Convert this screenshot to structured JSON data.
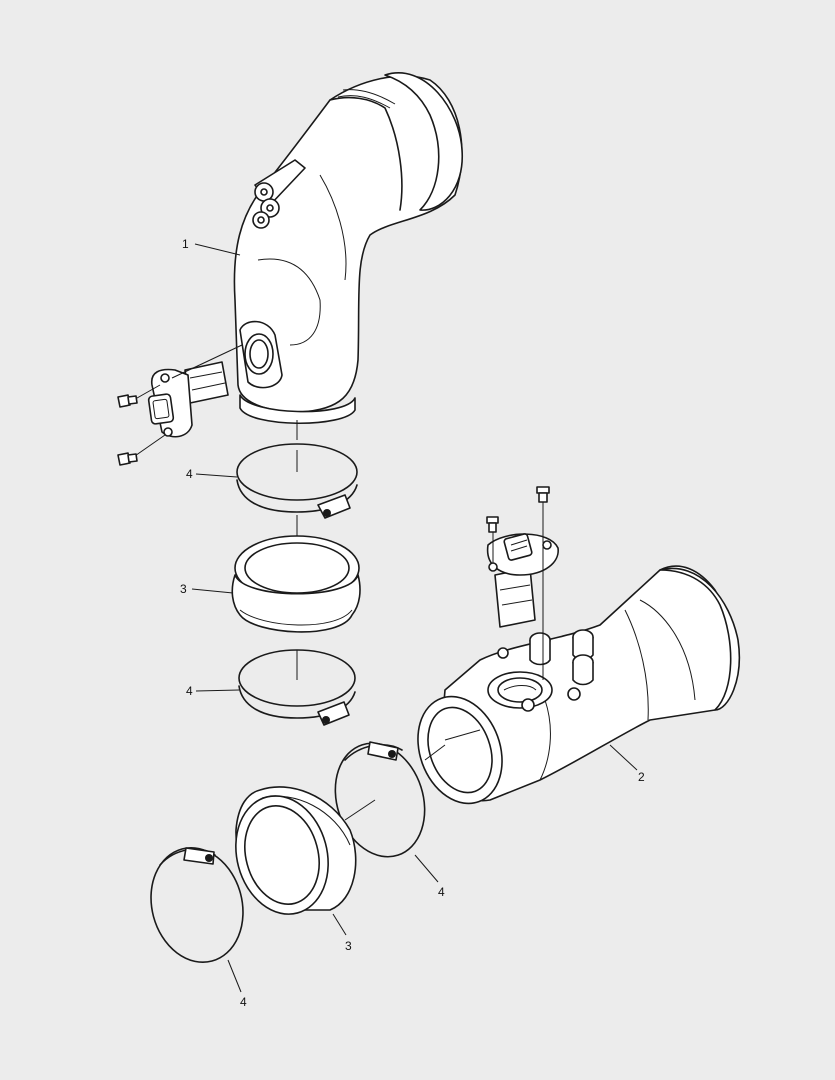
{
  "callouts": {
    "elbow_duct": "1",
    "throttle_housing": "2",
    "coupler_upper": "3",
    "coupler_lower": "3",
    "clamp_a": "4",
    "clamp_b": "4",
    "clamp_c": "4",
    "clamp_d": "4"
  },
  "colors": {
    "background": "#ececec",
    "line": "#1a1a1a",
    "fill": "#ffffff"
  }
}
